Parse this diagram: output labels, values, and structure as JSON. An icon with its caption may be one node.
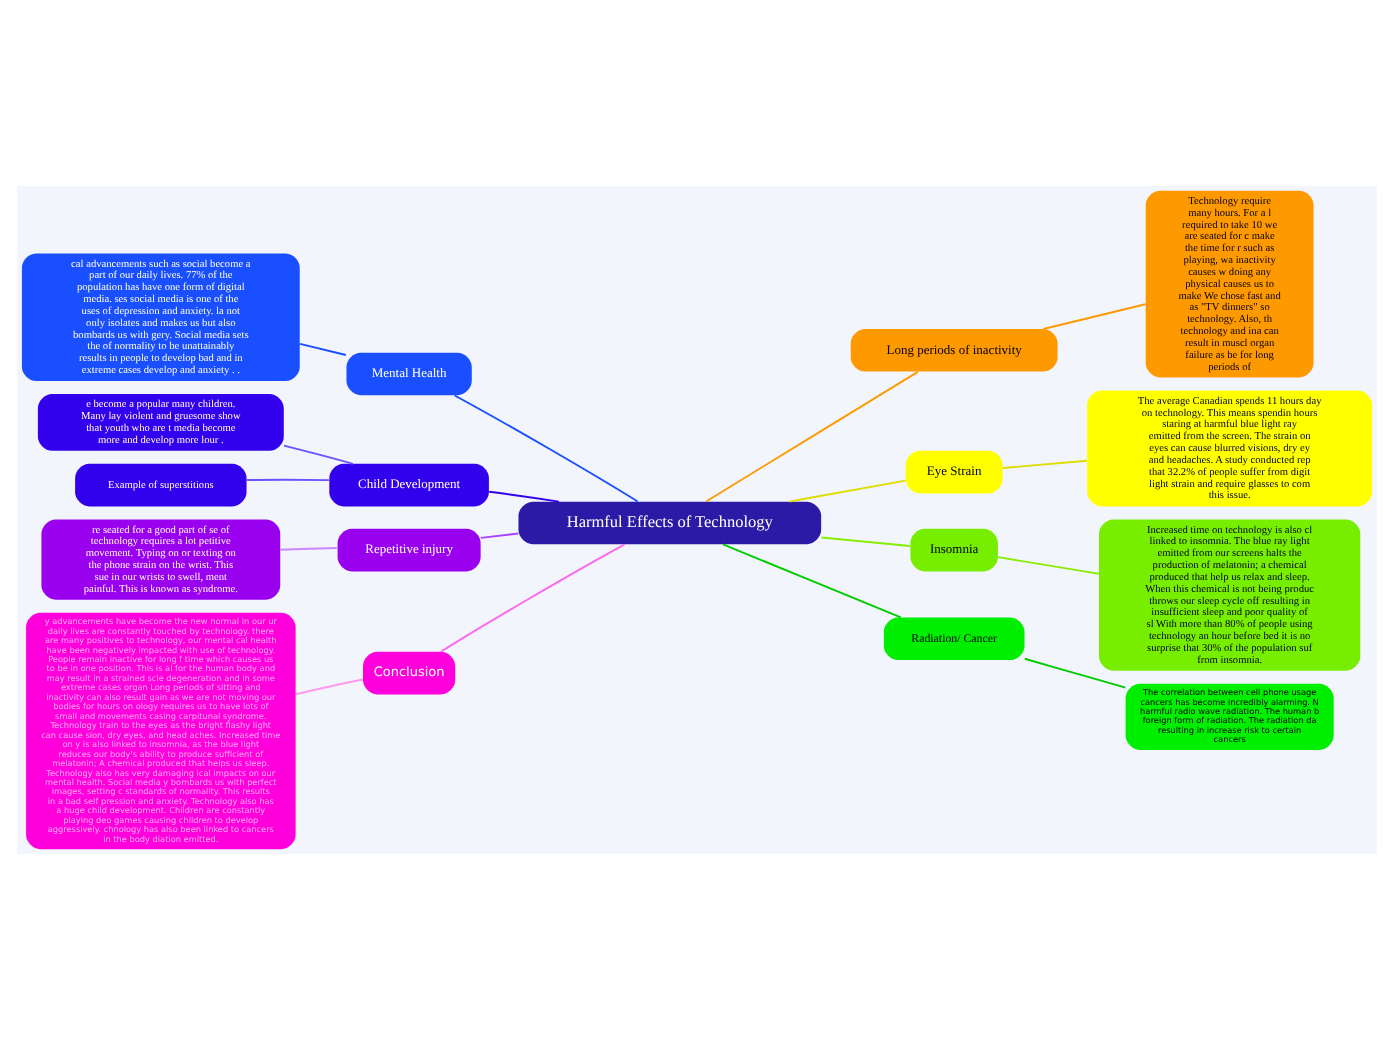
{
  "diagram": {
    "nodes": [
      {
        "text": [
          "Harmful Effects of Technology"
        ]
      },
      {
        "text": [
          "Mental Health"
        ]
      },
      {
        "text": [
          "cal advancements such as social become a part of our daily lives. 77% of the population has have one form of digital media. ses social media is one of the uses of depression and anxiety. la not only isolates and makes us but also bombards us with gery. Social media sets the of normality to be unattainably results in people to develop bad and in extreme cases develop and anxiety . ."
        ]
      },
      {
        "text": [
          "Child Development"
        ]
      },
      {
        "text": [
          "e become a popular many children. Many lay violent and gruesome show that youth who are t media become more and develop more lour ."
        ]
      },
      {
        "text": [
          "Example of superstitions"
        ]
      },
      {
        "text": [
          "Repetitive injury"
        ]
      },
      {
        "text": [
          "re seated for a good part of se of technology requires a lot petitive movement. Typing on or texting on the phone strain on the wrist. This sue in our wrists to swell, ment painful. This is known as syndrome."
        ]
      },
      {
        "text": [
          "Conclusion"
        ]
      },
      {
        "text": [
          "y advancements have become the new normal in our ur daily lives are constantly touched by technology. there are many positives to technology, our mental cal health have been negatively impacted with use of technology. People remain inactive for long f time which causes us to be in one position. This is al for the human body and may result in a strained scle degeneration and in some extreme cases organ Long periods of sitting and inactivity can also result gain as we are not moving our bodies for hours on ology requires us to have lots of small and movements casing carpitunal syndrome. Technology train to the eyes as the bright flashy light can cause sion, dry eyes, and head aches. Increased time on y is also linked to insomnia, as the blue light reduces our body's ability to produce sufficient of melatonin; A chemical produced that helps us sleep. Technology also has very damaging ical impacts on our mental health. Social media y bombards us with perfect images, setting c standards of normality. This results in a bad self pression and anxiety. Technology also has a huge child development. Children are constantly playing deo games causing children to develop aggressively. chnology has also been linked to cancers in the body diation emitted."
        ]
      },
      {
        "text": [
          "Long periods of inactivity"
        ]
      },
      {
        "text": [
          "Technology require many hours. For a l required to take 10 we are seated for c make the time for r such as playing, wa inactivity causes w doing any physical causes us to make We chose fast and as \"TV dinners\" so technology. Also, th technology and ina can result in muscl organ failure as be for long periods of"
        ]
      },
      {
        "text": [
          "Eye Strain"
        ]
      },
      {
        "text": [
          "The average Canadian spends 11 hours day on technology. This means spendin hours staring at harmful blue light ray emitted from the screen. The strain on eyes can cause blurred visions, dry ey and headaches. A study conducted rep that 32.2% of people suffer from digit light strain and require glasses to com this issue."
        ]
      },
      {
        "text": [
          "Insomnia"
        ]
      },
      {
        "text": [
          "Increased time on technology is also cl linked to insomnia. The blue ray light emitted from our screens halts the production of melatonin; a chemical produced that help us relax and sleep. When this chemical is not being produc throws our sleep cycle off resulting in insufficient sleep and poor quality of sl With more than 80% of people using technology an hour before bed it is no surprise that 30% of the population suf from insomnia."
        ]
      },
      {
        "text": [
          "Radiation/ Cancer"
        ]
      },
      {
        "text": [
          "The correlation between cell phone usage cancers has become incredibly alarming. N harmful radio wave radiation. The human b foreign form of radiation. The radiation da resulting in increase risk to certain cancers"
        ]
      }
    ],
    "edges": [
      {
        "from": 0,
        "to": 1,
        "arrow": "none",
        "color": "#1a4fff"
      },
      {
        "from": 1,
        "to": 2,
        "arrow": "none",
        "color": "#1a4fff"
      },
      {
        "from": 0,
        "to": 3,
        "arrow": "none",
        "color": "#3300ee"
      },
      {
        "from": 3,
        "to": 4,
        "arrow": "none",
        "color": "#6655ff"
      },
      {
        "from": 3,
        "to": 5,
        "arrow": "none",
        "color": "#6655ff"
      },
      {
        "from": 0,
        "to": 6,
        "arrow": "none",
        "color": "#aa44ff"
      },
      {
        "from": 6,
        "to": 7,
        "arrow": "none",
        "color": "#cc88ff"
      },
      {
        "from": 0,
        "to": 8,
        "arrow": "none",
        "color": "#ff66ee"
      },
      {
        "from": 8,
        "to": 9,
        "arrow": "none",
        "color": "#ff99ee"
      },
      {
        "from": 0,
        "to": 10,
        "arrow": "none",
        "color": "#ff9900"
      },
      {
        "from": 10,
        "to": 11,
        "arrow": "none",
        "color": "#ff9900"
      },
      {
        "from": 0,
        "to": 12,
        "arrow": "none",
        "color": "#dddd00"
      },
      {
        "from": 12,
        "to": 13,
        "arrow": "none",
        "color": "#dddd00"
      },
      {
        "from": 0,
        "to": 14,
        "arrow": "none",
        "color": "#88ee00"
      },
      {
        "from": 14,
        "to": 15,
        "arrow": "none",
        "color": "#88ee00"
      },
      {
        "from": 0,
        "to": 16,
        "arrow": "none",
        "color": "#00cc00"
      },
      {
        "from": 16,
        "to": 17,
        "arrow": "none",
        "color": "#00cc00"
      }
    ]
  }
}
